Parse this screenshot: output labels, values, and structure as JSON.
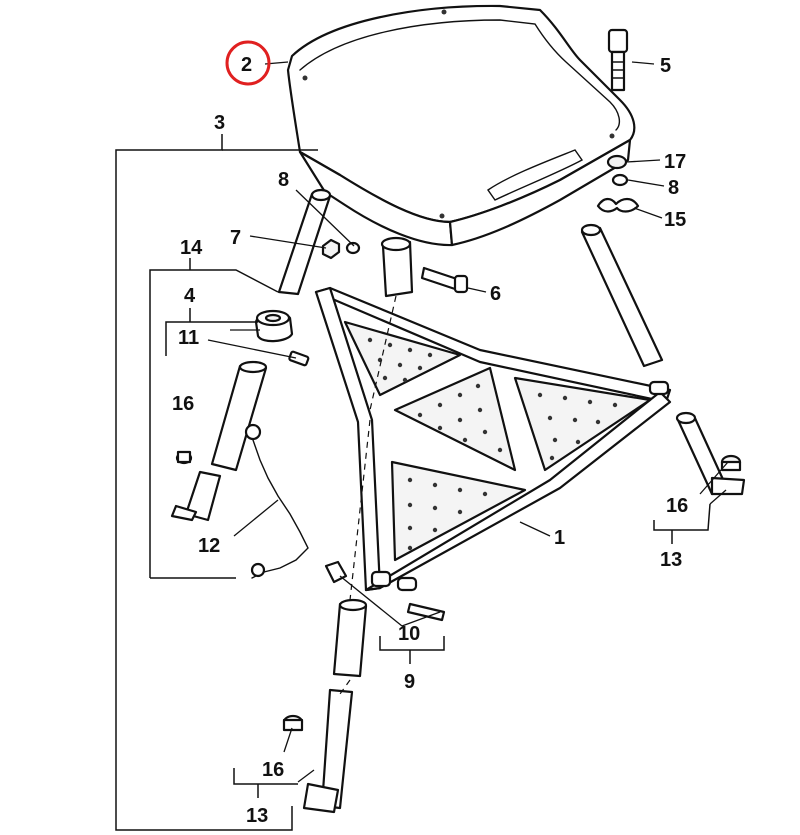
{
  "diagram": {
    "highlight_color": "#e02020",
    "ink_color": "#111111",
    "callouts": {
      "c1": "1",
      "c2": "2",
      "c3": "3",
      "c4": "4",
      "c5": "5",
      "c6": "6",
      "c7": "7",
      "c8a": "8",
      "c8b": "8",
      "c9": "9",
      "c10": "10",
      "c11": "11",
      "c12": "12",
      "c13a": "13",
      "c13b": "13",
      "c14": "14",
      "c15": "15",
      "c16a": "16",
      "c16b": "16",
      "c16c": "16",
      "c17": "17"
    },
    "highlighted_callout": "2"
  }
}
